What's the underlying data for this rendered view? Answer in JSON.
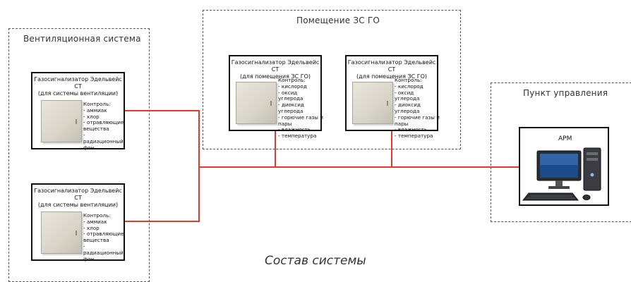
{
  "zones": {
    "ventilation": "Вентиляционная система",
    "room": "Помещение ЗС ГО",
    "control": "Пункт управления"
  },
  "devices": [
    {
      "title_line1": "Газосигнализатор Эдельвейс СТ",
      "title_line2": "(для системы вентиляции)",
      "features_heading": "Контроль:",
      "features": [
        "- аммиак",
        "- хлор",
        "- отравляющие вещества",
        "- радиационный фон"
      ]
    },
    {
      "title_line1": "Газосигнализатор Эдельвейс СТ",
      "title_line2": "(для системы вентиляции)",
      "features_heading": "Контроль:",
      "features": [
        "- аммиак",
        "- хлор",
        "- отравляющие вещества",
        "- радиационный фон"
      ]
    },
    {
      "title_line1": "Газосигнализатор Эдельвейс СТ",
      "title_line2": "(для помещения ЗС ГО)",
      "features_heading": "Контроль:",
      "features": [
        "- кислород",
        "- оксид углерода",
        "- диоксид углерода",
        "- горючие газы и пары",
        "- влажность",
        "- температура"
      ]
    },
    {
      "title_line1": "Газосигнализатор Эдельвейс СТ",
      "title_line2": "(для помещения ЗС ГО)",
      "features_heading": "Контроль:",
      "features": [
        "- кислород",
        "- оксид углерода",
        "- диоксид углерода",
        "- горючие газы и пары",
        "- влажность",
        "- температура"
      ]
    }
  ],
  "workstation": {
    "label": "АРМ"
  },
  "caption": "Состав системы",
  "colors": {
    "wire": "#e23b2e",
    "border": "#111111"
  }
}
